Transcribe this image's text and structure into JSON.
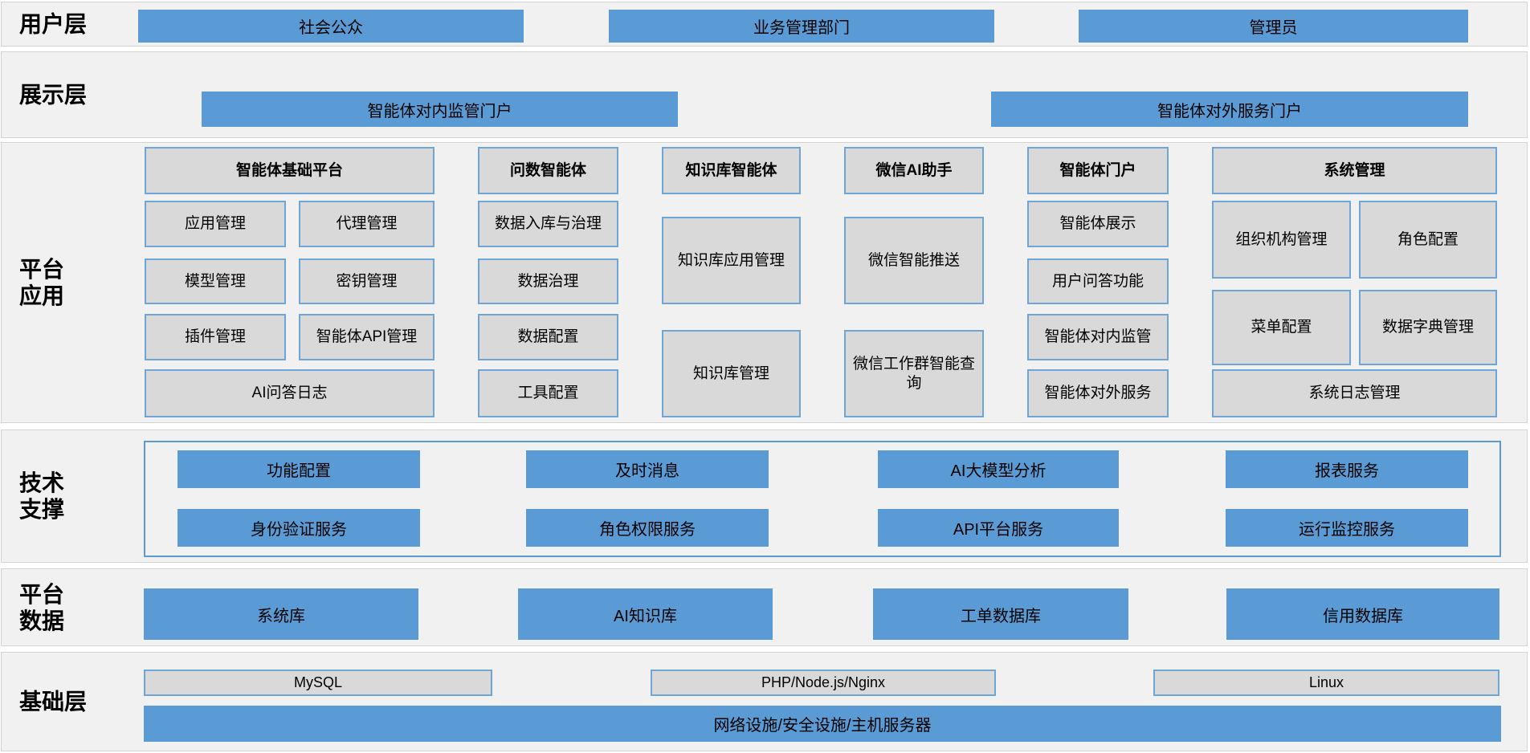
{
  "colors": {
    "accent_blue": "#5b9bd5",
    "box_gray_fill": "#d9d9d9",
    "box_gray_border": "#6fa5d8",
    "band_bg": "#f1f1f1",
    "band_border": "#d4d4d4",
    "text": "#000000"
  },
  "layers": {
    "user": {
      "label": "用户层",
      "boxes": [
        "社会公众",
        "业务管理部门",
        "管理员"
      ]
    },
    "display": {
      "label": "展示层",
      "boxes": [
        "智能体对内监管门户",
        "智能体对外服务门户"
      ]
    },
    "app": {
      "label": "平台\n应用",
      "columns": [
        {
          "header": "智能体基础平台",
          "items": [
            "应用管理",
            "代理管理",
            "模型管理",
            "密钥管理",
            "插件管理",
            "智能体API管理",
            "AI问答日志"
          ]
        },
        {
          "header": "问数智能体",
          "items": [
            "数据入库与治理",
            "数据治理",
            "数据配置",
            "工具配置"
          ]
        },
        {
          "header": "知识库智能体",
          "items": [
            "知识库应用管理",
            "知识库管理"
          ]
        },
        {
          "header": "微信AI助手",
          "items": [
            "微信智能推送",
            "微信工作群智能查询"
          ]
        },
        {
          "header": "智能体门户",
          "items": [
            "智能体展示",
            "用户问答功能",
            "智能体对内监管",
            "智能体对外服务"
          ]
        },
        {
          "header": "系统管理",
          "items": [
            "组织机构管理",
            "角色配置",
            "菜单配置",
            "数据字典管理",
            "系统日志管理"
          ]
        }
      ]
    },
    "tech": {
      "label": "技术\n支撑",
      "boxes": [
        "功能配置",
        "及时消息",
        "AI大模型分析",
        "报表服务",
        "身份验证服务",
        "角色权限服务",
        "API平台服务",
        "运行监控服务"
      ]
    },
    "data": {
      "label": "平台\n数据",
      "boxes": [
        "系统库",
        "AI知识库",
        "工单数据库",
        "信用数据库"
      ]
    },
    "infra": {
      "label": "基础层",
      "tech_boxes": [
        "MySQL",
        "PHP/Node.js/Nginx",
        "Linux"
      ],
      "base_box": "网络设施/安全设施/主机服务器"
    }
  }
}
